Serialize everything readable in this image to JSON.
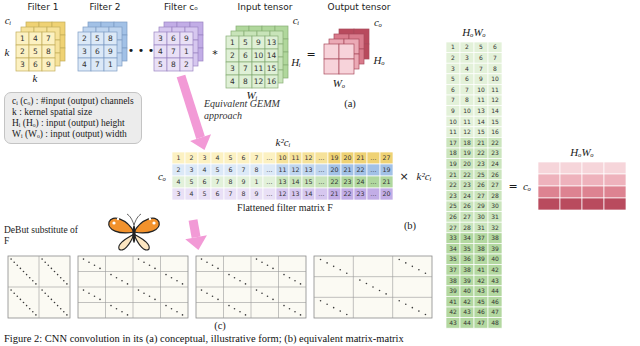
{
  "diagram": {
    "caption": "Figure 2: CNN convolution in its (a) conceptual, illustrative form; (b) equivalent matrix-matrix",
    "nodes": [
      {
        "text": [
          "Filter 1"
        ]
      },
      {
        "text": [
          "Filter 2"
        ]
      },
      {
        "text": [
          "Filter cₒ"
        ]
      },
      {
        "text": [
          "Input tensor"
        ]
      },
      {
        "text": [
          "Output tensor"
        ]
      },
      {
        "text": [
          "cᵢ (cₒ) : #input (output) channels",
          "k : kernel spatial size",
          "Hᵢ (Hₒ) : input (output) height",
          "Wᵢ (Wₒ) : input (output) width"
        ]
      },
      {
        "text": [
          "Flattened filter matrix F"
        ]
      },
      {
        "text": [
          "DeBut substitute of F"
        ]
      }
    ],
    "edges": [
      {
        "from": 2,
        "to": 6,
        "arrow": "to",
        "label": "Equivalent GEMM approach"
      },
      {
        "from": 6,
        "to": 7,
        "arrow": "to"
      }
    ],
    "labels": [
      "cᵢ",
      "k",
      "k",
      "• • •",
      "*",
      "cᵢ",
      "Hᵢ",
      "Wᵢ",
      "=",
      "cₒ",
      "Hₒ",
      "Wₒ",
      "(a)",
      "k²cᵢ",
      "cₒ",
      "×",
      "k²cᵢ",
      "HₒWₒ",
      "=",
      "cₒ",
      "HₒWₒ",
      "(b)",
      "(c)",
      "1",
      "4",
      "7",
      "2",
      "5",
      "8",
      "3",
      "6",
      "9",
      "2",
      "5",
      "8",
      "3",
      "6",
      "9",
      "4",
      "7",
      "1",
      "3",
      "6",
      "9",
      "4",
      "7",
      "1",
      "5",
      "8",
      "2",
      "1",
      "5",
      "9",
      "13",
      "2",
      "6",
      "10",
      "14",
      "3",
      "7",
      "11",
      "15",
      "4",
      "8",
      "12",
      "16",
      "1",
      "2",
      "3",
      "4",
      "5",
      "6",
      "7",
      "…",
      "10",
      "11",
      "12",
      "…",
      "19",
      "20",
      "21",
      "…",
      "27",
      "2",
      "3",
      "4",
      "5",
      "6",
      "7",
      "8",
      "…",
      "11",
      "12",
      "13",
      "…",
      "20",
      "21",
      "22",
      "…",
      "19",
      "4",
      "5",
      "6",
      "7",
      "8",
      "9",
      "1",
      "…",
      "13",
      "14",
      "15",
      "…",
      "22",
      "23",
      "24",
      "…",
      "21",
      "3",
      "4",
      "5",
      "6",
      "7",
      "8",
      "9",
      "…",
      "12",
      "13",
      "14",
      "…",
      "21",
      "22",
      "23",
      "…",
      "20",
      "1",
      "2",
      "5",
      "6",
      "2",
      "3",
      "6",
      "7",
      "3",
      "4",
      "7",
      "8",
      "5",
      "6",
      "9",
      "10",
      "6",
      "7",
      "10",
      "11",
      "7",
      "8",
      "11",
      "12",
      "9",
      "10",
      "13",
      "14",
      "10",
      "11",
      "14",
      "15",
      "11",
      "12",
      "15",
      "16",
      "17",
      "18",
      "21",
      "22",
      "18",
      "19",
      "22",
      "23",
      "19",
      "20",
      "23",
      "24",
      "21",
      "22",
      "25",
      "26",
      "22",
      "23",
      "26",
      "27",
      "23",
      "24",
      "27",
      "28",
      "25",
      "26",
      "29",
      "30",
      "26",
      "27",
      "30",
      "31",
      "27",
      "28",
      "31",
      "32",
      "33",
      "34",
      "37",
      "38",
      "34",
      "35",
      "38",
      "39",
      "35",
      "36",
      "39",
      "40",
      "37",
      "38",
      "41",
      "42",
      "38",
      "39",
      "42",
      "43",
      "39",
      "40",
      "43",
      "44",
      "41",
      "42",
      "45",
      "46",
      "42",
      "43",
      "46",
      "47",
      "43",
      "44",
      "47",
      "48"
    ]
  }
}
